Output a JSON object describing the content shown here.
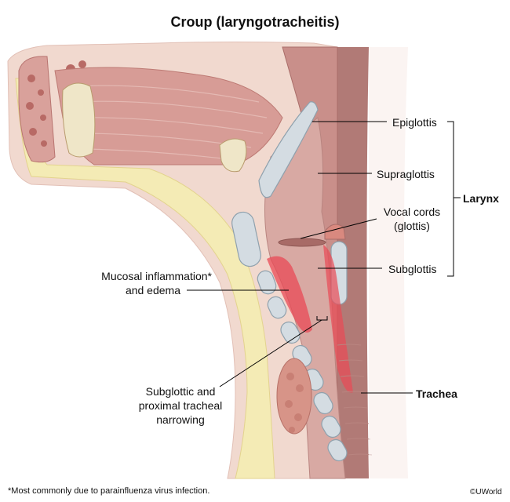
{
  "title": "Croup (laryngotracheitis)",
  "labels": {
    "epiglottis": "Epiglottis",
    "supraglottis": "Supraglottis",
    "vocal_cords_line1": "Vocal cords",
    "vocal_cords_line2": "(glottis)",
    "subglottis": "Subglottis",
    "larynx": "Larynx",
    "mucosal_line1": "Mucosal inflammation*",
    "mucosal_line2": "and edema",
    "narrowing_line1": "Subglottic and",
    "narrowing_line2": "proximal tracheal",
    "narrowing_line3": "narrowing",
    "trachea": "Trachea"
  },
  "footnote": "*Most commonly due to parainfluenza virus infection.",
  "copyright": "©UWorld",
  "colors": {
    "muscle": "#c98f8a",
    "tissue": "#e6c2ba",
    "fat": "#f4ebb5",
    "cartilage": "#d4dce2",
    "inflammation": "#e94a55"
  }
}
